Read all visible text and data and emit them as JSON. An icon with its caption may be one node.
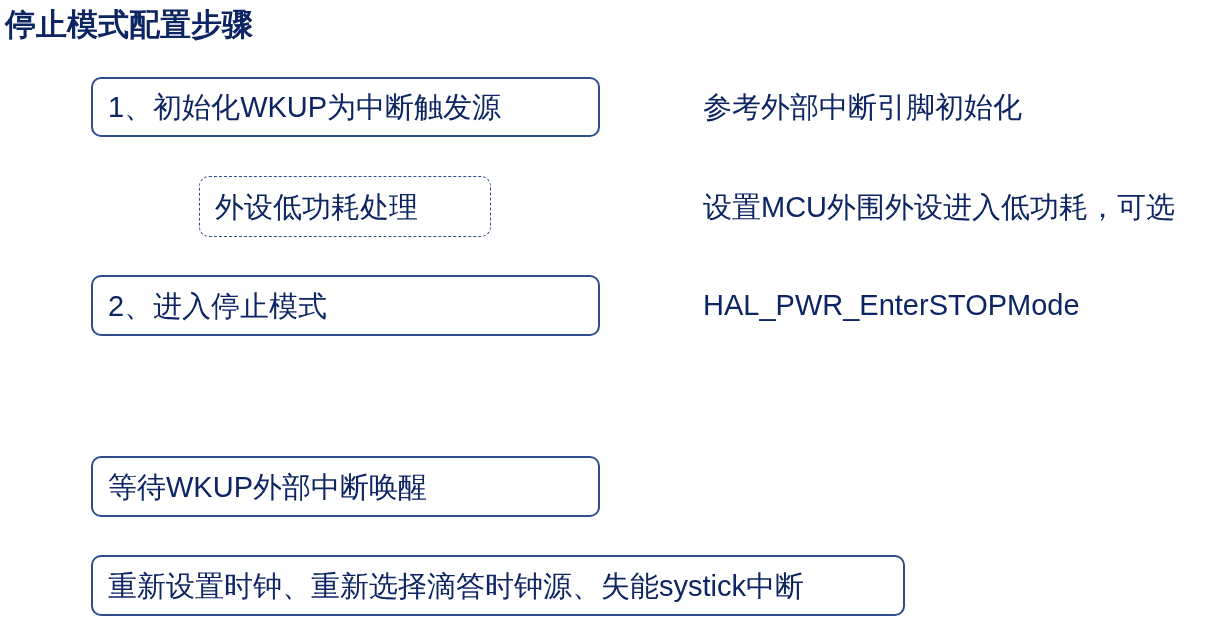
{
  "diagram": {
    "title": "停止模式配置步骤",
    "nodes": [
      {
        "text": [
          "1、初始化WKUP为中断触发源"
        ]
      },
      {
        "text": [
          "外设低功耗处理"
        ]
      },
      {
        "text": [
          "2、进入停止模式"
        ]
      },
      {
        "text": [
          "等待WKUP外部中断唤醒"
        ]
      },
      {
        "text": [
          "重新设置时钟、重新选择滴答时钟源、失能systick中断"
        ]
      }
    ],
    "labels": [
      "参考外部中断引脚初始化",
      "设置MCU外围外设进入低功耗，可选",
      "HAL_PWR_EnterSTOPMode"
    ]
  }
}
